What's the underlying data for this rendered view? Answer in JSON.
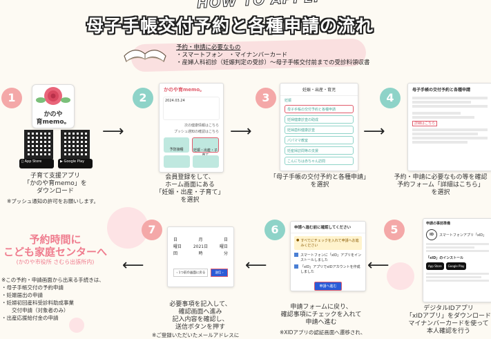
{
  "header": {
    "howto": "HOW TO APPLY",
    "title": "母子手帳交付予約と各種申請の流れ"
  },
  "requirements": {
    "heading": "予約・申請に必要なもの",
    "items": [
      "・スマートフォン　・マイナンバーカード",
      "・産婦人科初診（妊娠判定の受診）〜母子手帳交付前までの受診料領収書"
    ]
  },
  "steps": [
    {
      "num": "1",
      "caption": [
        "子育て支援アプリ",
        "「かのや育memo」を",
        "ダウンロード"
      ],
      "note": "※プッシュ通知の許可をお願いします。"
    },
    {
      "num": "2",
      "caption": [
        "会員登録をして、",
        "ホーム画面にある",
        "「妊娠・出産・子育て」",
        "を選択"
      ]
    },
    {
      "num": "3",
      "caption": [
        "「母子手帳の交付予約と各種申請」",
        "を選択"
      ]
    },
    {
      "num": "4",
      "caption": [
        "予約・申請に必要なもの等を確認",
        "予約フォーム「詳細はこちら」",
        "を選択"
      ]
    },
    {
      "num": "5",
      "caption": [
        "デジタルIDアプリ",
        "「xIDアプリ」をダウンロード",
        "マイナンバーカードを使って",
        "本人確認を行う"
      ]
    },
    {
      "num": "6",
      "caption": [
        "申請フォームに戻り、",
        "確認事項にチェックを入れて",
        "申請へ進む"
      ],
      "note": "※XIDアプリの認証画面へ遷移され、"
    },
    {
      "num": "7",
      "caption": [
        "必要事項を記入して、",
        "確認画面へ進み",
        "記入内容を確認し、",
        "送信ボタンを押す"
      ],
      "note": "※ご登録いただいたメールアドレスに"
    }
  ],
  "app": {
    "name_line1": "かのや",
    "name_line2": "育memo。",
    "appstore": "App Store",
    "googleplay": "Google Play"
  },
  "phone2": {
    "title": "かのや育memo。",
    "date": "2024.03.24",
    "link1": "次の健康情報はこちら",
    "link2": "プッシュ通知の確認はこちら",
    "tiles": [
      "予防接種",
      "妊娠・出産・子育て"
    ]
  },
  "phone3": {
    "header": "妊娠・出産・育児",
    "section": "妊娠",
    "items": [
      "母子手帳の交付予約と各種申請",
      "妊婦健康診査の助成",
      "妊婦歯科健康診査",
      "パパママ教室",
      "妊産婦訪問等の支援",
      "こんにちは赤ちゃん訪問"
    ]
  },
  "phone4": {
    "title": "母子手帳の交付予約と各種申請",
    "link": "詳細はこちら"
  },
  "phone5": {
    "title": "申請の事前準備",
    "app": "スマートフォンアプリ「xID」",
    "install": "「xID」のインストール",
    "appstore": "App Store",
    "googleplay": "Google Play"
  },
  "phone6": {
    "title": "申請へ進む前に確認してください",
    "warn": "すべてにチェックを入れて申請へお進みください",
    "check1": "スマートフォンに「xID」アプリをインストールしました",
    "check2": "「xID」アプリでxIDアカウントを作成しました",
    "button": "申請へ進む"
  },
  "phone7": {
    "rows": [
      [
        "日",
        "月",
        "日"
      ],
      [
        "曜日",
        "2021日",
        "曜日"
      ],
      [
        "回",
        "時",
        "分"
      ]
    ],
    "back": "1つ前の画面に戻る",
    "next": "送信"
  },
  "reservation": {
    "line1": "予約時間に",
    "line2": "こども家庭センターへ",
    "sub": "(かのや市役所 さむら出張所内)",
    "note": "※この予約・申請画面から出来る手続きは、",
    "items": [
      "・母子手帳交付の予約申請",
      "・妊娠届出の申請",
      "・妊婦初回産科受診料助成事業",
      "　　交付申請（対象者のみ）",
      "・出産応援給付金の申請"
    ]
  },
  "colors": {
    "accent_pink": "#ef7c8e",
    "teal": "#8ed3c8",
    "circle_pink": "#f4a8a8"
  }
}
